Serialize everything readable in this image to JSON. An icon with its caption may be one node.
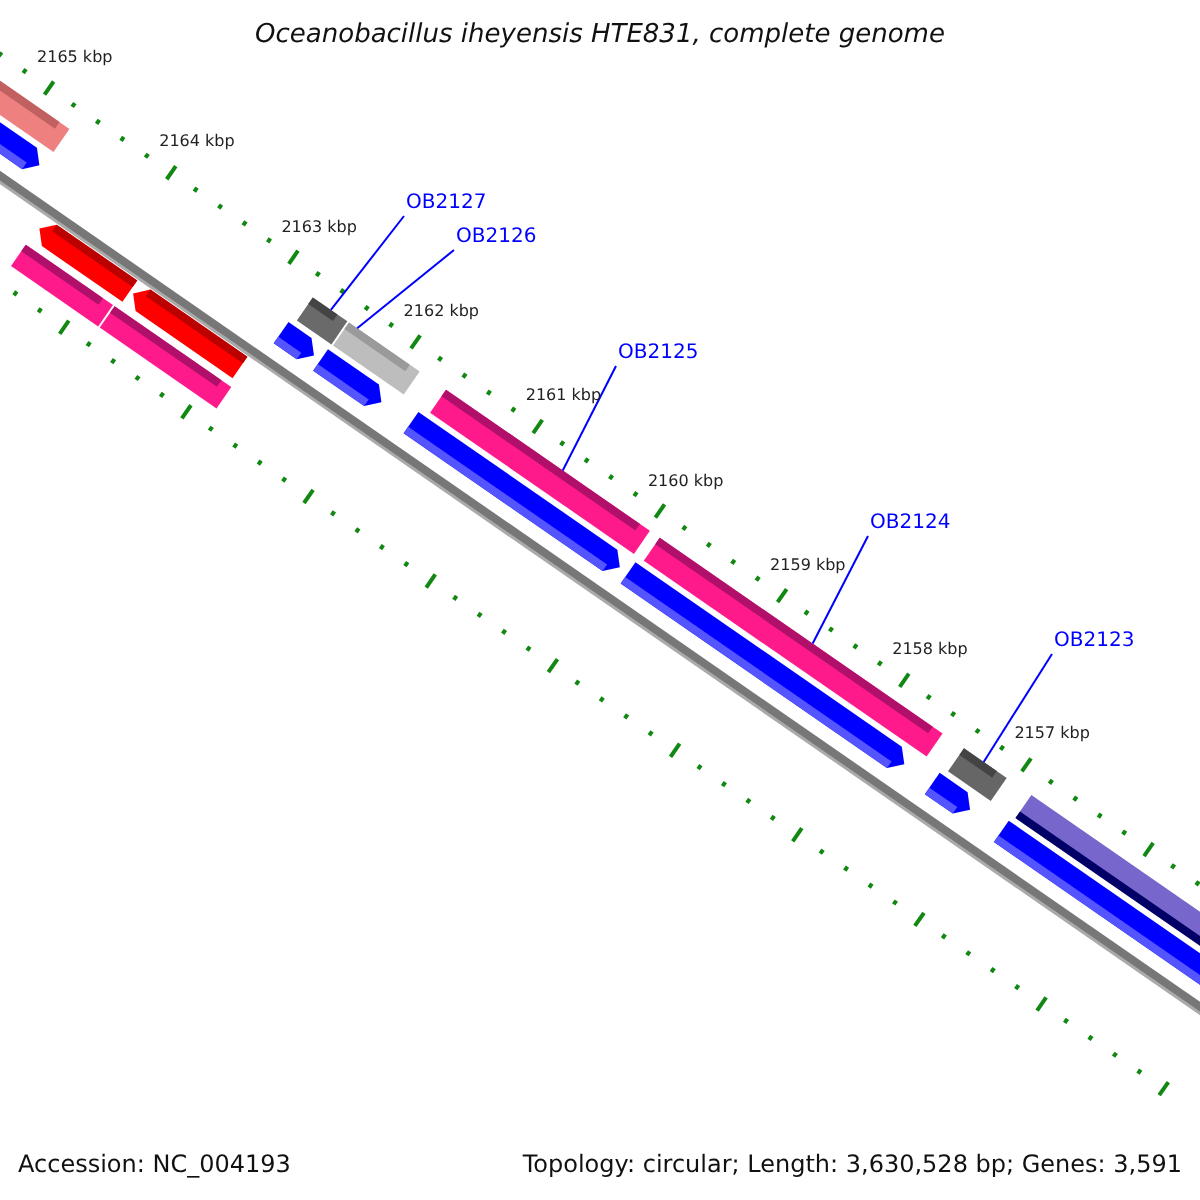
{
  "diagram": {
    "title": "Oceanobacillus iheyensis HTE831, complete genome",
    "nodes": [
      {
        "text": [
          "OB2127"
        ]
      },
      {
        "text": [
          "OB2126"
        ]
      },
      {
        "text": [
          "OB2125"
        ]
      },
      {
        "text": [
          "OB2124"
        ]
      },
      {
        "text": [
          "OB2123"
        ]
      },
      {
        "text": [],
        "shape": "bar"
      },
      {
        "text": [],
        "shape": "bar"
      },
      {
        "text": [],
        "shape": "bar"
      },
      {
        "text": [],
        "shape": "bar"
      },
      {
        "text": [],
        "shape": "bar"
      }
    ],
    "edges": [
      {
        "from": 0,
        "to": 5,
        "arrow": "none"
      },
      {
        "from": 1,
        "to": 6,
        "arrow": "none"
      },
      {
        "from": 2,
        "to": 7,
        "arrow": "none"
      },
      {
        "from": 3,
        "to": 8,
        "arrow": "none"
      },
      {
        "from": 4,
        "to": 9,
        "arrow": "none"
      }
    ],
    "labels": [
      "2165 kbp",
      "2164 kbp",
      "2163 kbp",
      "2162 kbp",
      "2161 kbp",
      "2160 kbp",
      "2159 kbp",
      "2158 kbp",
      "2157 kbp",
      "Accession: NC_004193",
      "Topology: circular; Length: 3,630,528 bp; Genes: 3,591"
    ]
  }
}
